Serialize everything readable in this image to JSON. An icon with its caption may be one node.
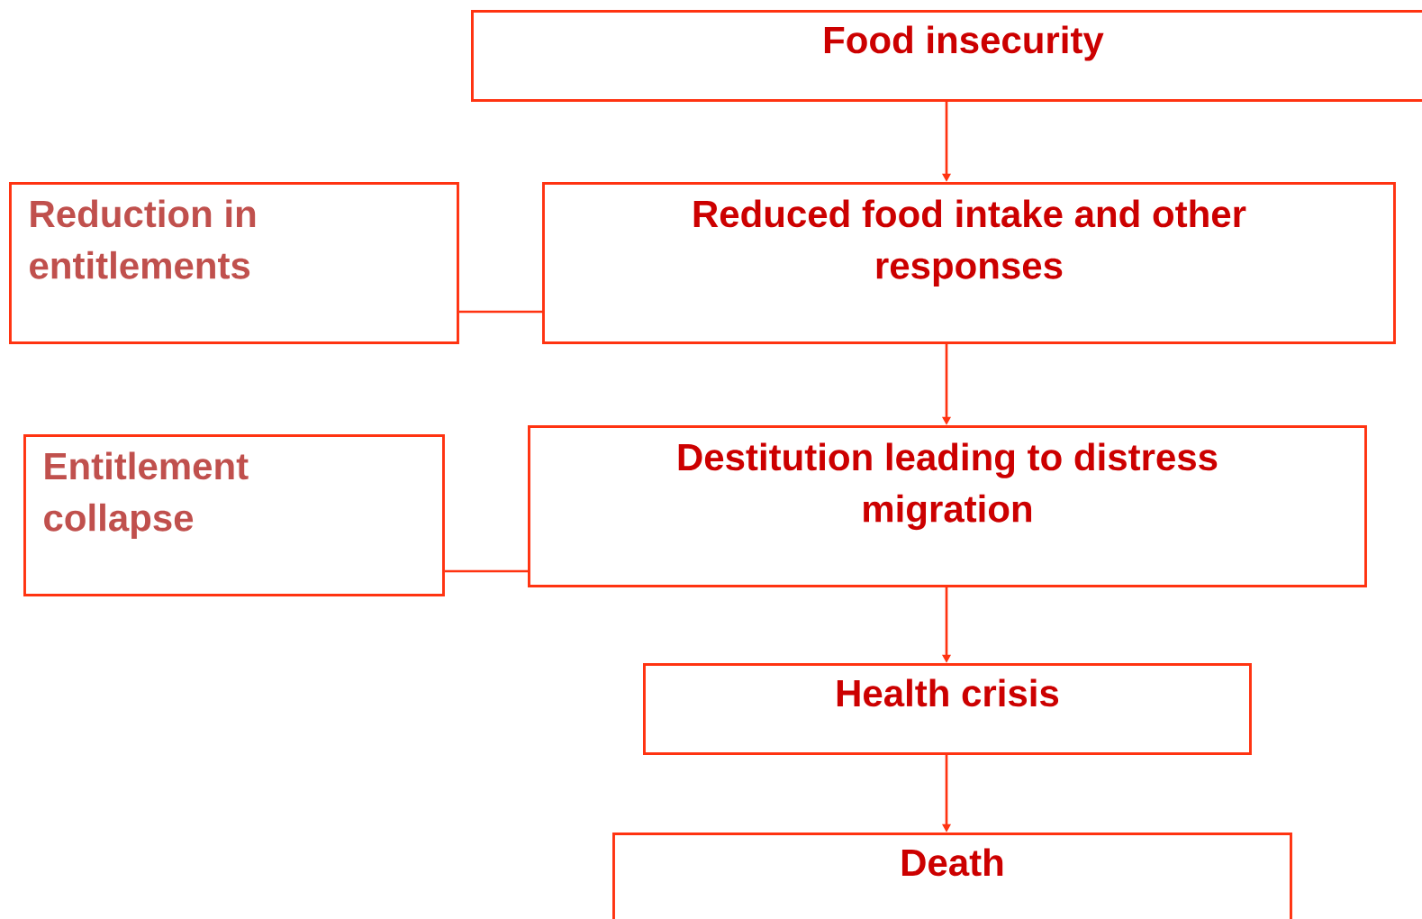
{
  "diagram": {
    "nodes": [
      {
        "text": [
          "Food insecurity"
        ]
      },
      {
        "text": [
          "Reduction in entitlements"
        ]
      },
      {
        "text": [
          "Reduced food intake and other responses"
        ]
      },
      {
        "text": [
          "Entitlement collapse"
        ]
      },
      {
        "text": [
          "Destitution leading to distress migration"
        ]
      },
      {
        "text": [
          "Health crisis"
        ]
      },
      {
        "text": [
          "Death"
        ]
      }
    ],
    "edges": [
      {
        "from": 0,
        "to": 2,
        "arrow": "to"
      },
      {
        "from": 1,
        "to": 2,
        "arrow": "none"
      },
      {
        "from": 2,
        "to": 4,
        "arrow": "to"
      },
      {
        "from": 3,
        "to": 4,
        "arrow": "none"
      },
      {
        "from": 4,
        "to": 5,
        "arrow": "to"
      },
      {
        "from": 5,
        "to": 6,
        "arrow": "to"
      }
    ]
  }
}
